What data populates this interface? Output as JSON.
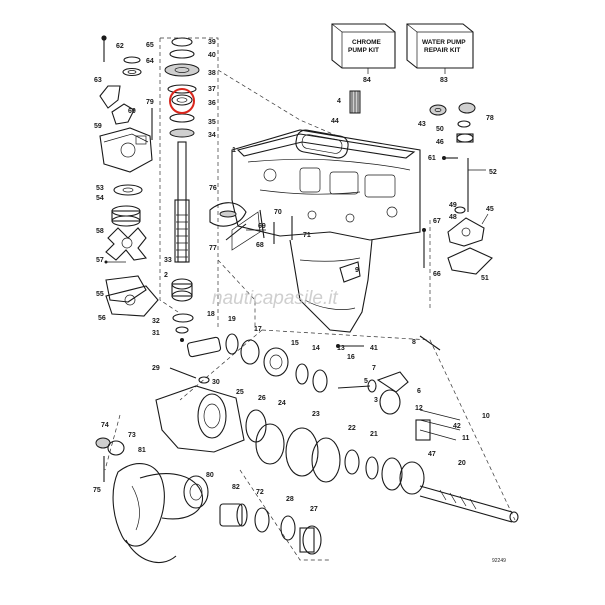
{
  "kit_boxes": [
    {
      "label_lines": [
        "CHROME",
        "PUMP KIT"
      ],
      "number": "84"
    },
    {
      "label_lines": [
        "WATER PUMP",
        "REPAIR KIT"
      ],
      "number": "83"
    }
  ],
  "highlighted_part": "36",
  "watermark": "nauticapasile.it",
  "drawing_code": "92249",
  "part_numbers": [
    "1",
    "2",
    "3",
    "4",
    "5",
    "6",
    "7",
    "8",
    "9",
    "10",
    "11",
    "12",
    "13",
    "14",
    "15",
    "16",
    "17",
    "18",
    "19",
    "20",
    "21",
    "22",
    "23",
    "24",
    "25",
    "26",
    "27",
    "28",
    "29",
    "30",
    "31",
    "32",
    "33",
    "34",
    "35",
    "36",
    "37",
    "38",
    "39",
    "40",
    "41",
    "42",
    "43",
    "44",
    "45",
    "46",
    "47",
    "48",
    "49",
    "50",
    "51",
    "52",
    "53",
    "54",
    "55",
    "56",
    "57",
    "58",
    "59",
    "60",
    "61",
    "62",
    "63",
    "64",
    "65",
    "66",
    "67",
    "68",
    "69",
    "70",
    "71",
    "72",
    "73",
    "74",
    "75",
    "76",
    "77",
    "78",
    "79",
    "80",
    "81",
    "82"
  ],
  "colors": {
    "ink": "#1a1a1a",
    "highlight": "#d9261c",
    "watermark": "#bfbfbf",
    "background": "#ffffff"
  }
}
